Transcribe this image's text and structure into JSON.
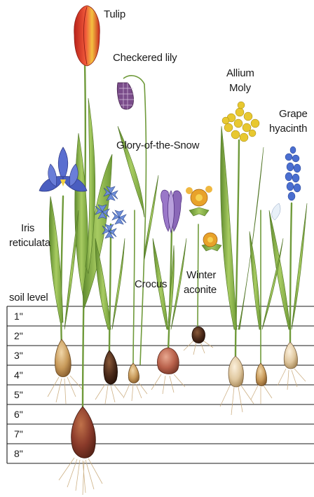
{
  "plants": {
    "tulip": "Tulip",
    "checkered_lily": "Checkered lily",
    "allium": [
      "Allium",
      "Moly"
    ],
    "grape_hyacinth": [
      "Grape",
      "hyacinth"
    ],
    "glory_of_the_snow": "Glory-of-the-Snow",
    "iris": [
      "Iris",
      "reticulata"
    ],
    "crocus": "Crocus",
    "winter_aconite": [
      "Winter",
      "aconite"
    ]
  },
  "soil_label": "soil level",
  "depths": [
    "1\"",
    "2\"",
    "3\"",
    "4\"",
    "5\"",
    "6\"",
    "7\"",
    "8\""
  ],
  "colors": {
    "grid_line": "#1a1a1a",
    "stem": "#6f9a3a",
    "leaf": "#8db44a",
    "bulb": "#a8743c",
    "tulip_petal": "#d8382a",
    "iris_petal": "#4a5ec0",
    "crocus_petal": "#a98ad0",
    "aconite_petal": "#e8a22a",
    "allium_petal": "#e8c830",
    "scilla_petal": "#6e8ed8",
    "fritillary_petal": "#7a4c8a"
  },
  "icons": [
    "tulip-bulb-icon",
    "iris-bulb-icon",
    "crocus-corm-icon",
    "aconite-tuber-icon",
    "allium-bulb-icon",
    "grape-hyacinth-bulb-icon"
  ]
}
